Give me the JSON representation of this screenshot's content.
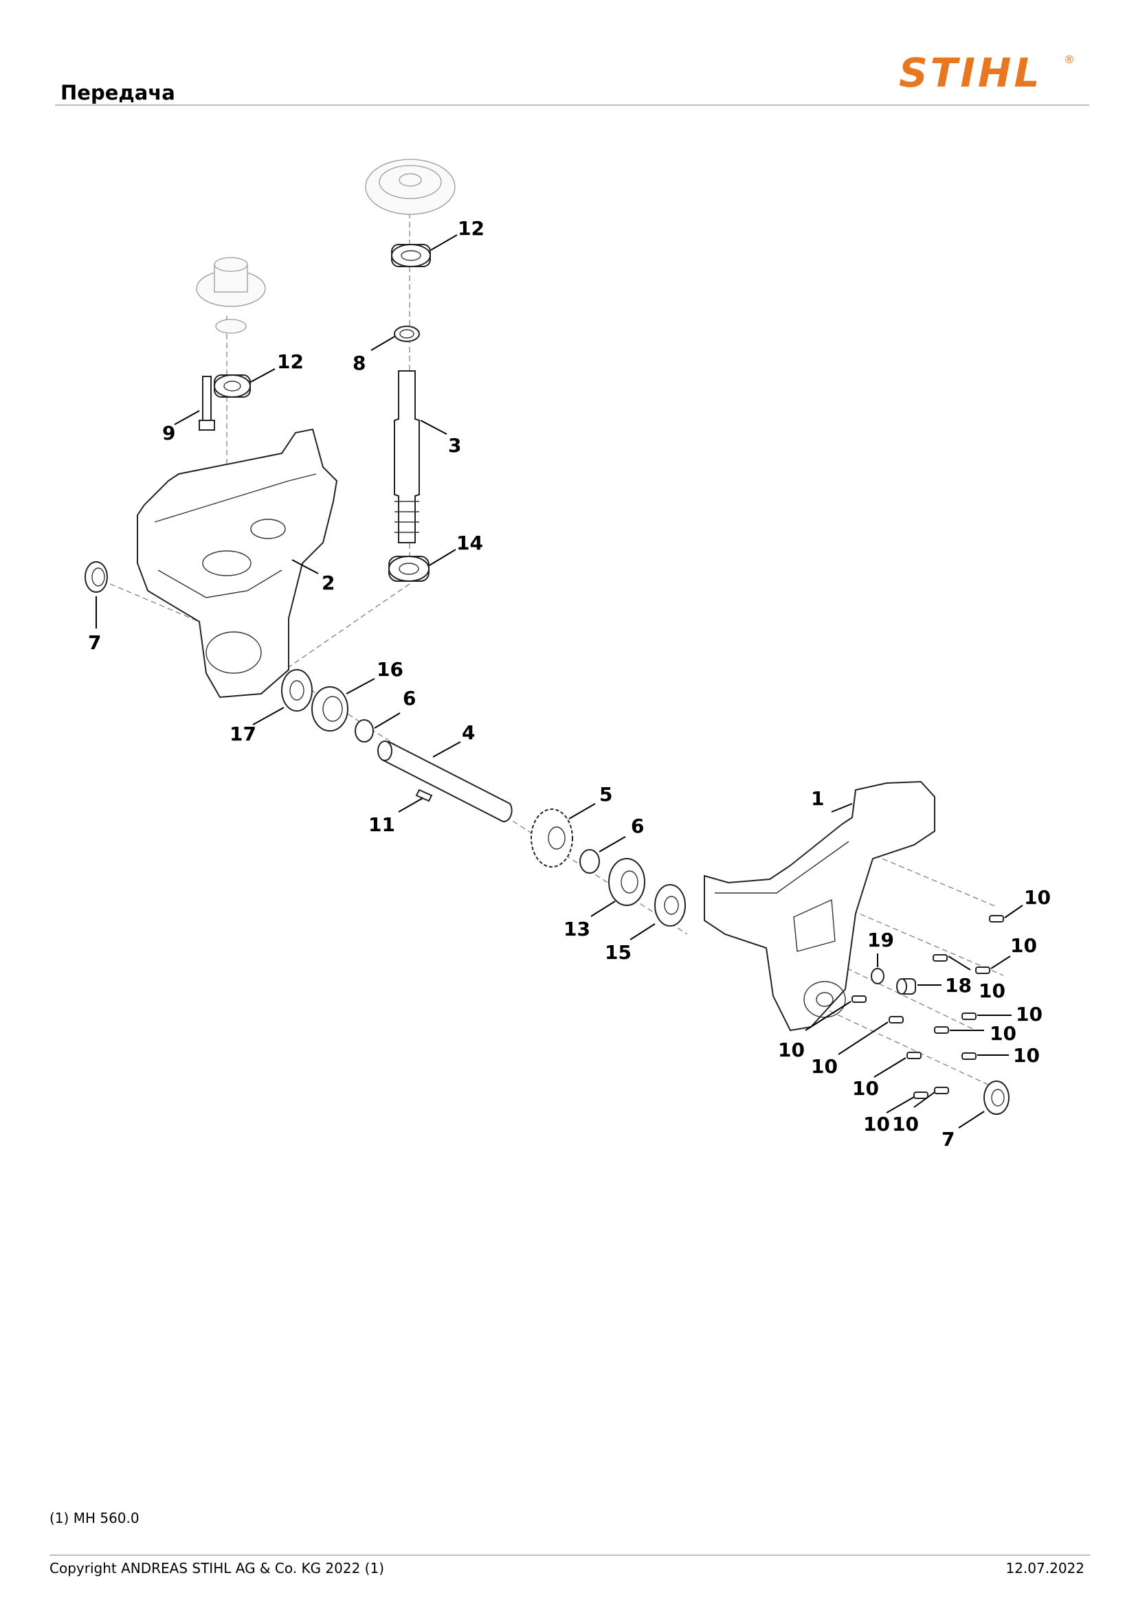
{
  "header": {
    "title": "Передача",
    "logo_text": "STIHL",
    "logo_mark": "®",
    "brand_color": "#e87722"
  },
  "callouts": [
    "1",
    "2",
    "3",
    "4",
    "5",
    "6",
    "7",
    "8",
    "9",
    "10",
    "11",
    "12",
    "13",
    "14",
    "15",
    "16",
    "17",
    "18",
    "19"
  ],
  "footer": {
    "model_note": "(1) MH 560.0",
    "copyright": "Copyright ANDREAS STIHL AG & Co. KG 2022 (1)",
    "date": "12.07.2022"
  }
}
